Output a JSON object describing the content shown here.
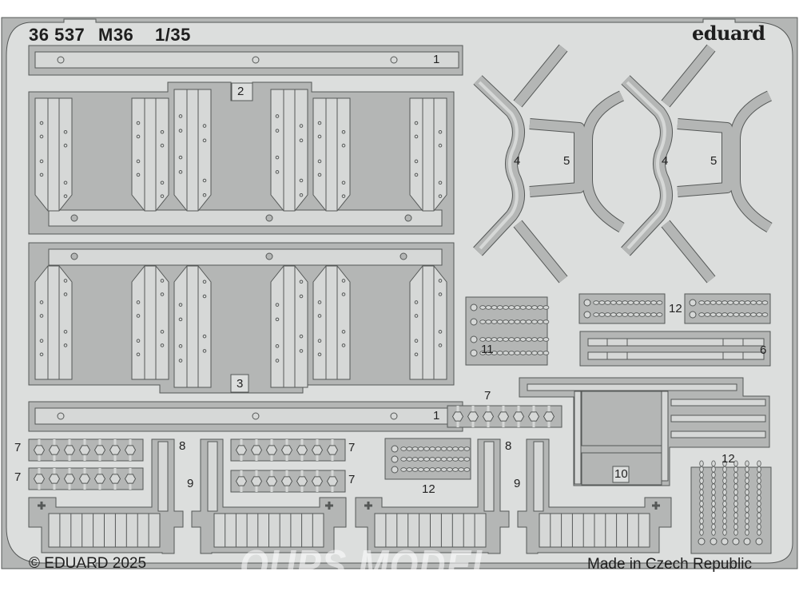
{
  "sheet": {
    "catalog_number": "36 537",
    "model": "M36",
    "scale": "1/35",
    "brand_logo": "eduard",
    "copyright": "© EDUARD 2025",
    "origin": "Made in Czech Republic",
    "watermark": "OUPS MODEL"
  },
  "colors": {
    "sheet": "#dcdedd",
    "metal": "#b4b6b5",
    "part": "#d6d8d7",
    "line": "#555857"
  },
  "part_numbers": {
    "p1_top": "1",
    "p1_bottom": "1",
    "p2": "2",
    "p3": "3",
    "p4_a": "4",
    "p4_b": "4",
    "p5_a": "5",
    "p5_b": "5",
    "p6": "6",
    "p7_a": "7",
    "p7_b": "7",
    "p7_c": "7",
    "p7_d": "7",
    "p7_e": "7",
    "p8_a": "8",
    "p8_b": "8",
    "p9_a": "9",
    "p9_b": "9",
    "p10": "10",
    "p11": "11",
    "p12_a": "12",
    "p12_b": "12",
    "p12_c": "12"
  }
}
